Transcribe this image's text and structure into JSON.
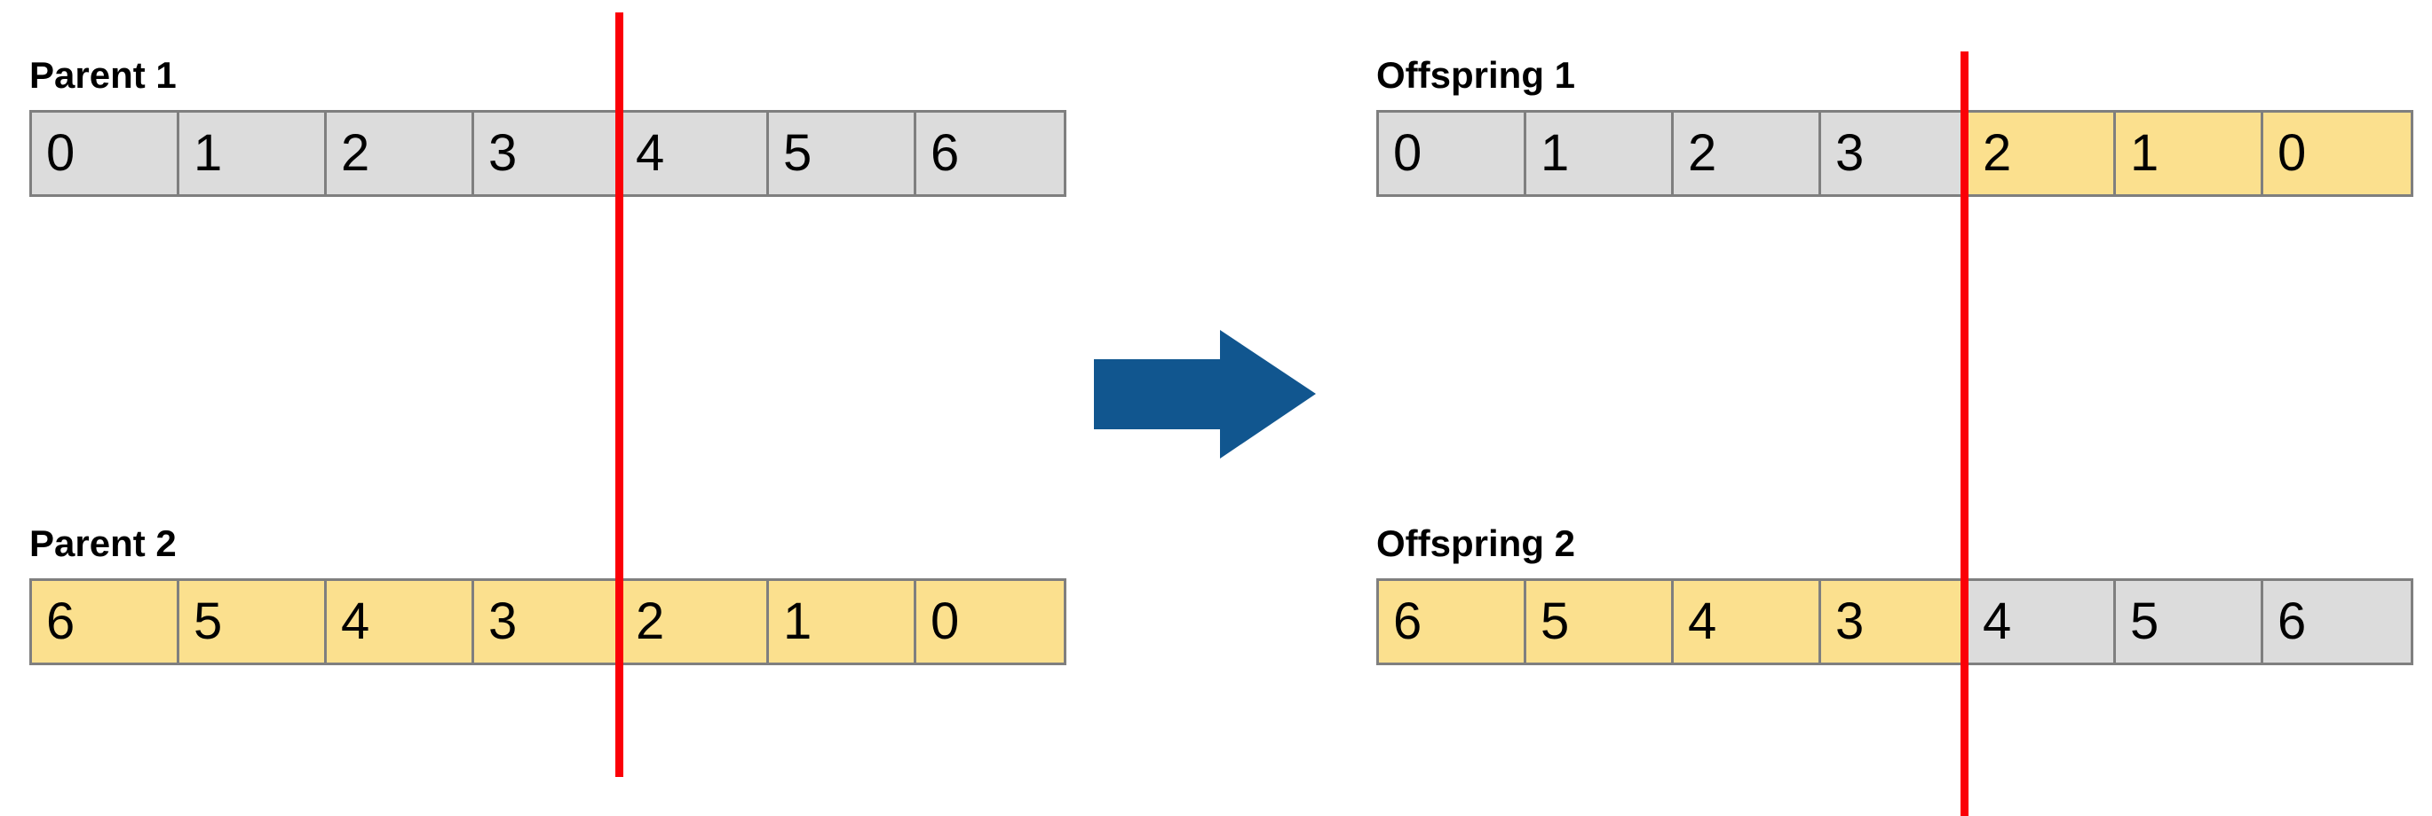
{
  "diagram": {
    "title_semantic": "one-point-crossover",
    "colors": {
      "parent1_cell": "#dcdcdc",
      "parent2_cell": "#fbe08e",
      "cut_line": "#fb0007",
      "arrow": "#11568f",
      "cell_border": "#7f7f7f",
      "text": "#000000",
      "background": "#ffffff"
    },
    "cut_point_index": 4
  },
  "left": {
    "rows": [
      {
        "label": "Parent 1",
        "cells": [
          {
            "value": "0",
            "color": "gray"
          },
          {
            "value": "1",
            "color": "gray"
          },
          {
            "value": "2",
            "color": "gray"
          },
          {
            "value": "3",
            "color": "gray"
          },
          {
            "value": "4",
            "color": "gray"
          },
          {
            "value": "5",
            "color": "gray"
          },
          {
            "value": "6",
            "color": "gray"
          }
        ]
      },
      {
        "label": "Parent 2",
        "cells": [
          {
            "value": "6",
            "color": "yellow"
          },
          {
            "value": "5",
            "color": "yellow"
          },
          {
            "value": "4",
            "color": "yellow"
          },
          {
            "value": "3",
            "color": "yellow"
          },
          {
            "value": "2",
            "color": "yellow"
          },
          {
            "value": "1",
            "color": "yellow"
          },
          {
            "value": "0",
            "color": "yellow"
          }
        ]
      }
    ]
  },
  "right": {
    "rows": [
      {
        "label": "Offspring 1",
        "cells": [
          {
            "value": "0",
            "color": "gray"
          },
          {
            "value": "1",
            "color": "gray"
          },
          {
            "value": "2",
            "color": "gray"
          },
          {
            "value": "3",
            "color": "gray"
          },
          {
            "value": "2",
            "color": "yellow"
          },
          {
            "value": "1",
            "color": "yellow"
          },
          {
            "value": "0",
            "color": "yellow"
          }
        ]
      },
      {
        "label": "Offspring 2",
        "cells": [
          {
            "value": "6",
            "color": "yellow"
          },
          {
            "value": "5",
            "color": "yellow"
          },
          {
            "value": "4",
            "color": "yellow"
          },
          {
            "value": "3",
            "color": "yellow"
          },
          {
            "value": "4",
            "color": "gray"
          },
          {
            "value": "5",
            "color": "gray"
          },
          {
            "value": "6",
            "color": "gray"
          }
        ]
      }
    ]
  },
  "arrow": {
    "name": "right-arrow-icon",
    "direction": "right"
  }
}
